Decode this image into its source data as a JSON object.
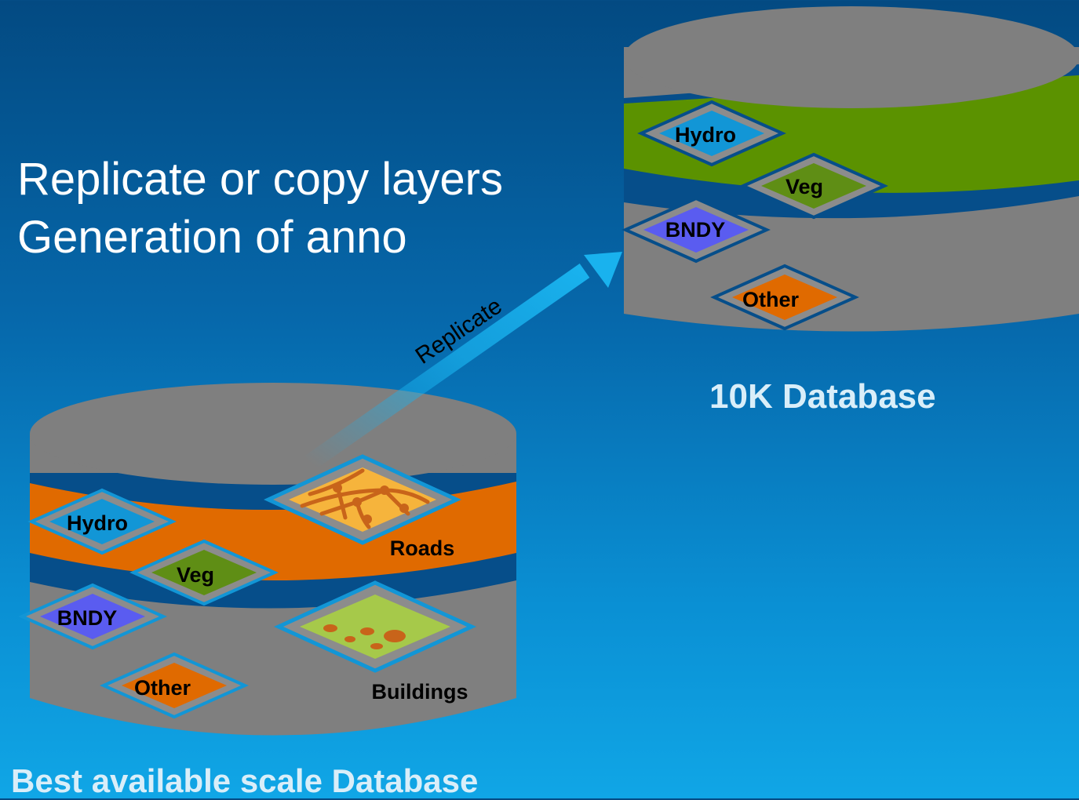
{
  "headline": {
    "line1": "Replicate or copy layers",
    "line2": "Generation of anno"
  },
  "arrow_label": "Replicate",
  "target_db": {
    "caption": "10K Database",
    "layers": [
      "Hydro",
      "Veg",
      "BNDY",
      "Other"
    ]
  },
  "source_db": {
    "caption": "Best available scale Database",
    "layers": [
      "Hydro",
      "Veg",
      "BNDY",
      "Other"
    ],
    "roads_label": "Roads",
    "buildings_label": "Buildings"
  },
  "colors": {
    "cylinder_gray": "#7f7f7f",
    "band_blue": "#064e8a",
    "veg_band_green": "#5b9200",
    "roads_band_orange": "#e06a00",
    "hydro": "#1296d6",
    "veg": "#5f8e15",
    "bndy": "#5a5cf0",
    "other": "#e06a00",
    "arrow": "#19b2ee"
  }
}
